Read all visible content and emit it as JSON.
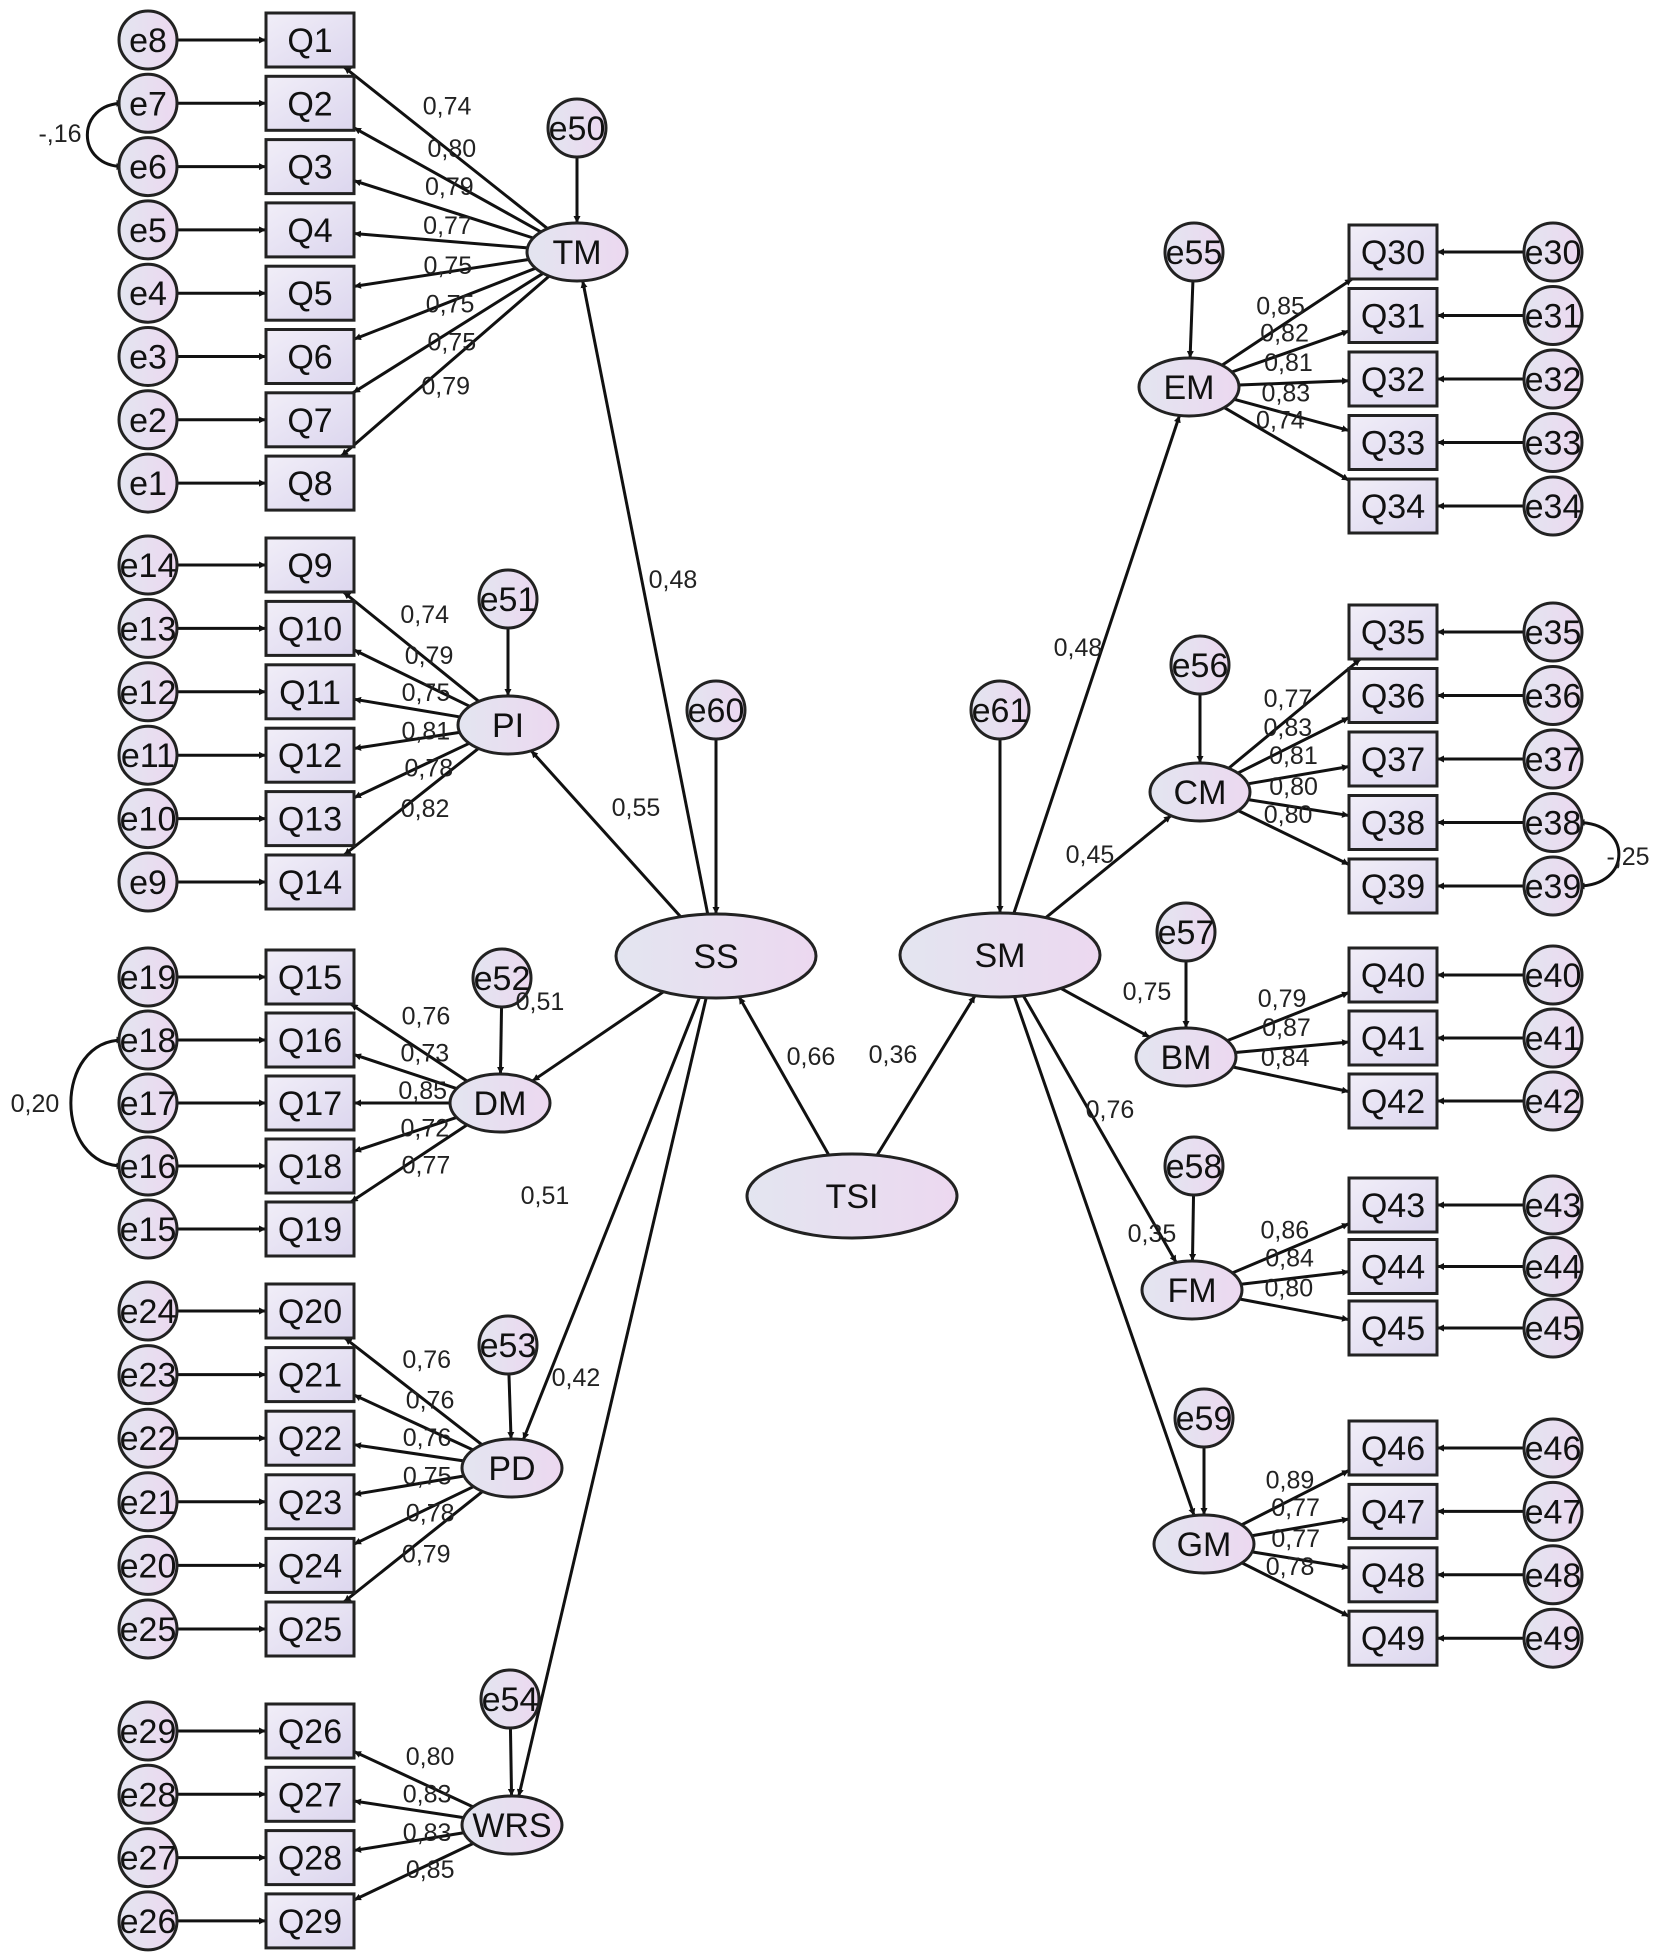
{
  "diagram": {
    "boxes": [
      "Q1",
      "Q2",
      "Q3",
      "Q4",
      "Q5",
      "Q6",
      "Q7",
      "Q8",
      "Q9",
      "Q10",
      "Q11",
      "Q12",
      "Q13",
      "Q14",
      "Q15",
      "Q16",
      "Q17",
      "Q18",
      "Q19",
      "Q20",
      "Q21",
      "Q22",
      "Q23",
      "Q24",
      "Q25",
      "Q26",
      "Q27",
      "Q28",
      "Q29",
      "Q30",
      "Q31",
      "Q32",
      "Q33",
      "Q34",
      "Q35",
      "Q36",
      "Q37",
      "Q38",
      "Q39",
      "Q40",
      "Q41",
      "Q42",
      "Q43",
      "Q44",
      "Q45",
      "Q46",
      "Q47",
      "Q48",
      "Q49"
    ],
    "error_terms": [
      "e8",
      "e7",
      "e6",
      "e5",
      "e4",
      "e3",
      "e2",
      "e1",
      "e14",
      "e13",
      "e12",
      "e11",
      "e10",
      "e9",
      "e19",
      "e18",
      "e17",
      "e16",
      "e15",
      "e24",
      "e23",
      "e22",
      "e21",
      "e20",
      "e25",
      "e29",
      "e28",
      "e27",
      "e26",
      "e30",
      "e31",
      "e32",
      "e33",
      "e34",
      "e35",
      "e36",
      "e37",
      "e38",
      "e39",
      "e40",
      "e41",
      "e42",
      "e43",
      "e44",
      "e45",
      "e46",
      "e47",
      "e48",
      "e49"
    ],
    "disturbances": [
      "e50",
      "e51",
      "e52",
      "e53",
      "e54",
      "e55",
      "e56",
      "e57",
      "e58",
      "e59",
      "e60",
      "e61"
    ],
    "latents": [
      "TM",
      "PI",
      "DM",
      "PD",
      "WRS",
      "SS",
      "TSI",
      "SM",
      "EM",
      "CM",
      "BM",
      "FM",
      "GM"
    ],
    "loadings": {
      "TM": [
        "0,74",
        "0,80",
        "0,79",
        "0,77",
        "0,75",
        "0,75",
        "0,75",
        "0,79"
      ],
      "PI": [
        "0,74",
        "0,79",
        "0,75",
        "0,81",
        "0,78",
        "0,82"
      ],
      "DM": [
        "0,76",
        "0,73",
        "0,85",
        "0,72",
        "0,77"
      ],
      "PD": [
        "0,76",
        "0,76",
        "0,76",
        "0,75",
        "0,78",
        "0,79"
      ],
      "WRS": [
        "0,80",
        "0,83",
        "0,83",
        "0,85"
      ],
      "EM": [
        "0,85",
        "0,82",
        "0,81",
        "0,83",
        "0,74"
      ],
      "CM": [
        "0,77",
        "0,83",
        "0,81",
        "0,80",
        "0,80"
      ],
      "BM": [
        "0,79",
        "0,87",
        "0,84"
      ],
      "FM": [
        "0,86",
        "0,84",
        "0,80"
      ],
      "GM": [
        "0,89",
        "0,77",
        "0,77",
        "0,78"
      ]
    },
    "structural": {
      "SS_TM": "0,48",
      "SS_PI": "0,55",
      "SS_DM": "0,51",
      "SS_PD": "0,51",
      "SS_WRS": "0,42",
      "TSI_SS": "0,66",
      "TSI_SM": "0,36",
      "SM_EM": "0,48",
      "SM_CM": "0,45",
      "SM_BM": "0,75",
      "SM_FM": "0,76",
      "SM_GM": "0,35"
    },
    "covariances": [
      "-,16",
      "0,20",
      "-,25"
    ]
  }
}
